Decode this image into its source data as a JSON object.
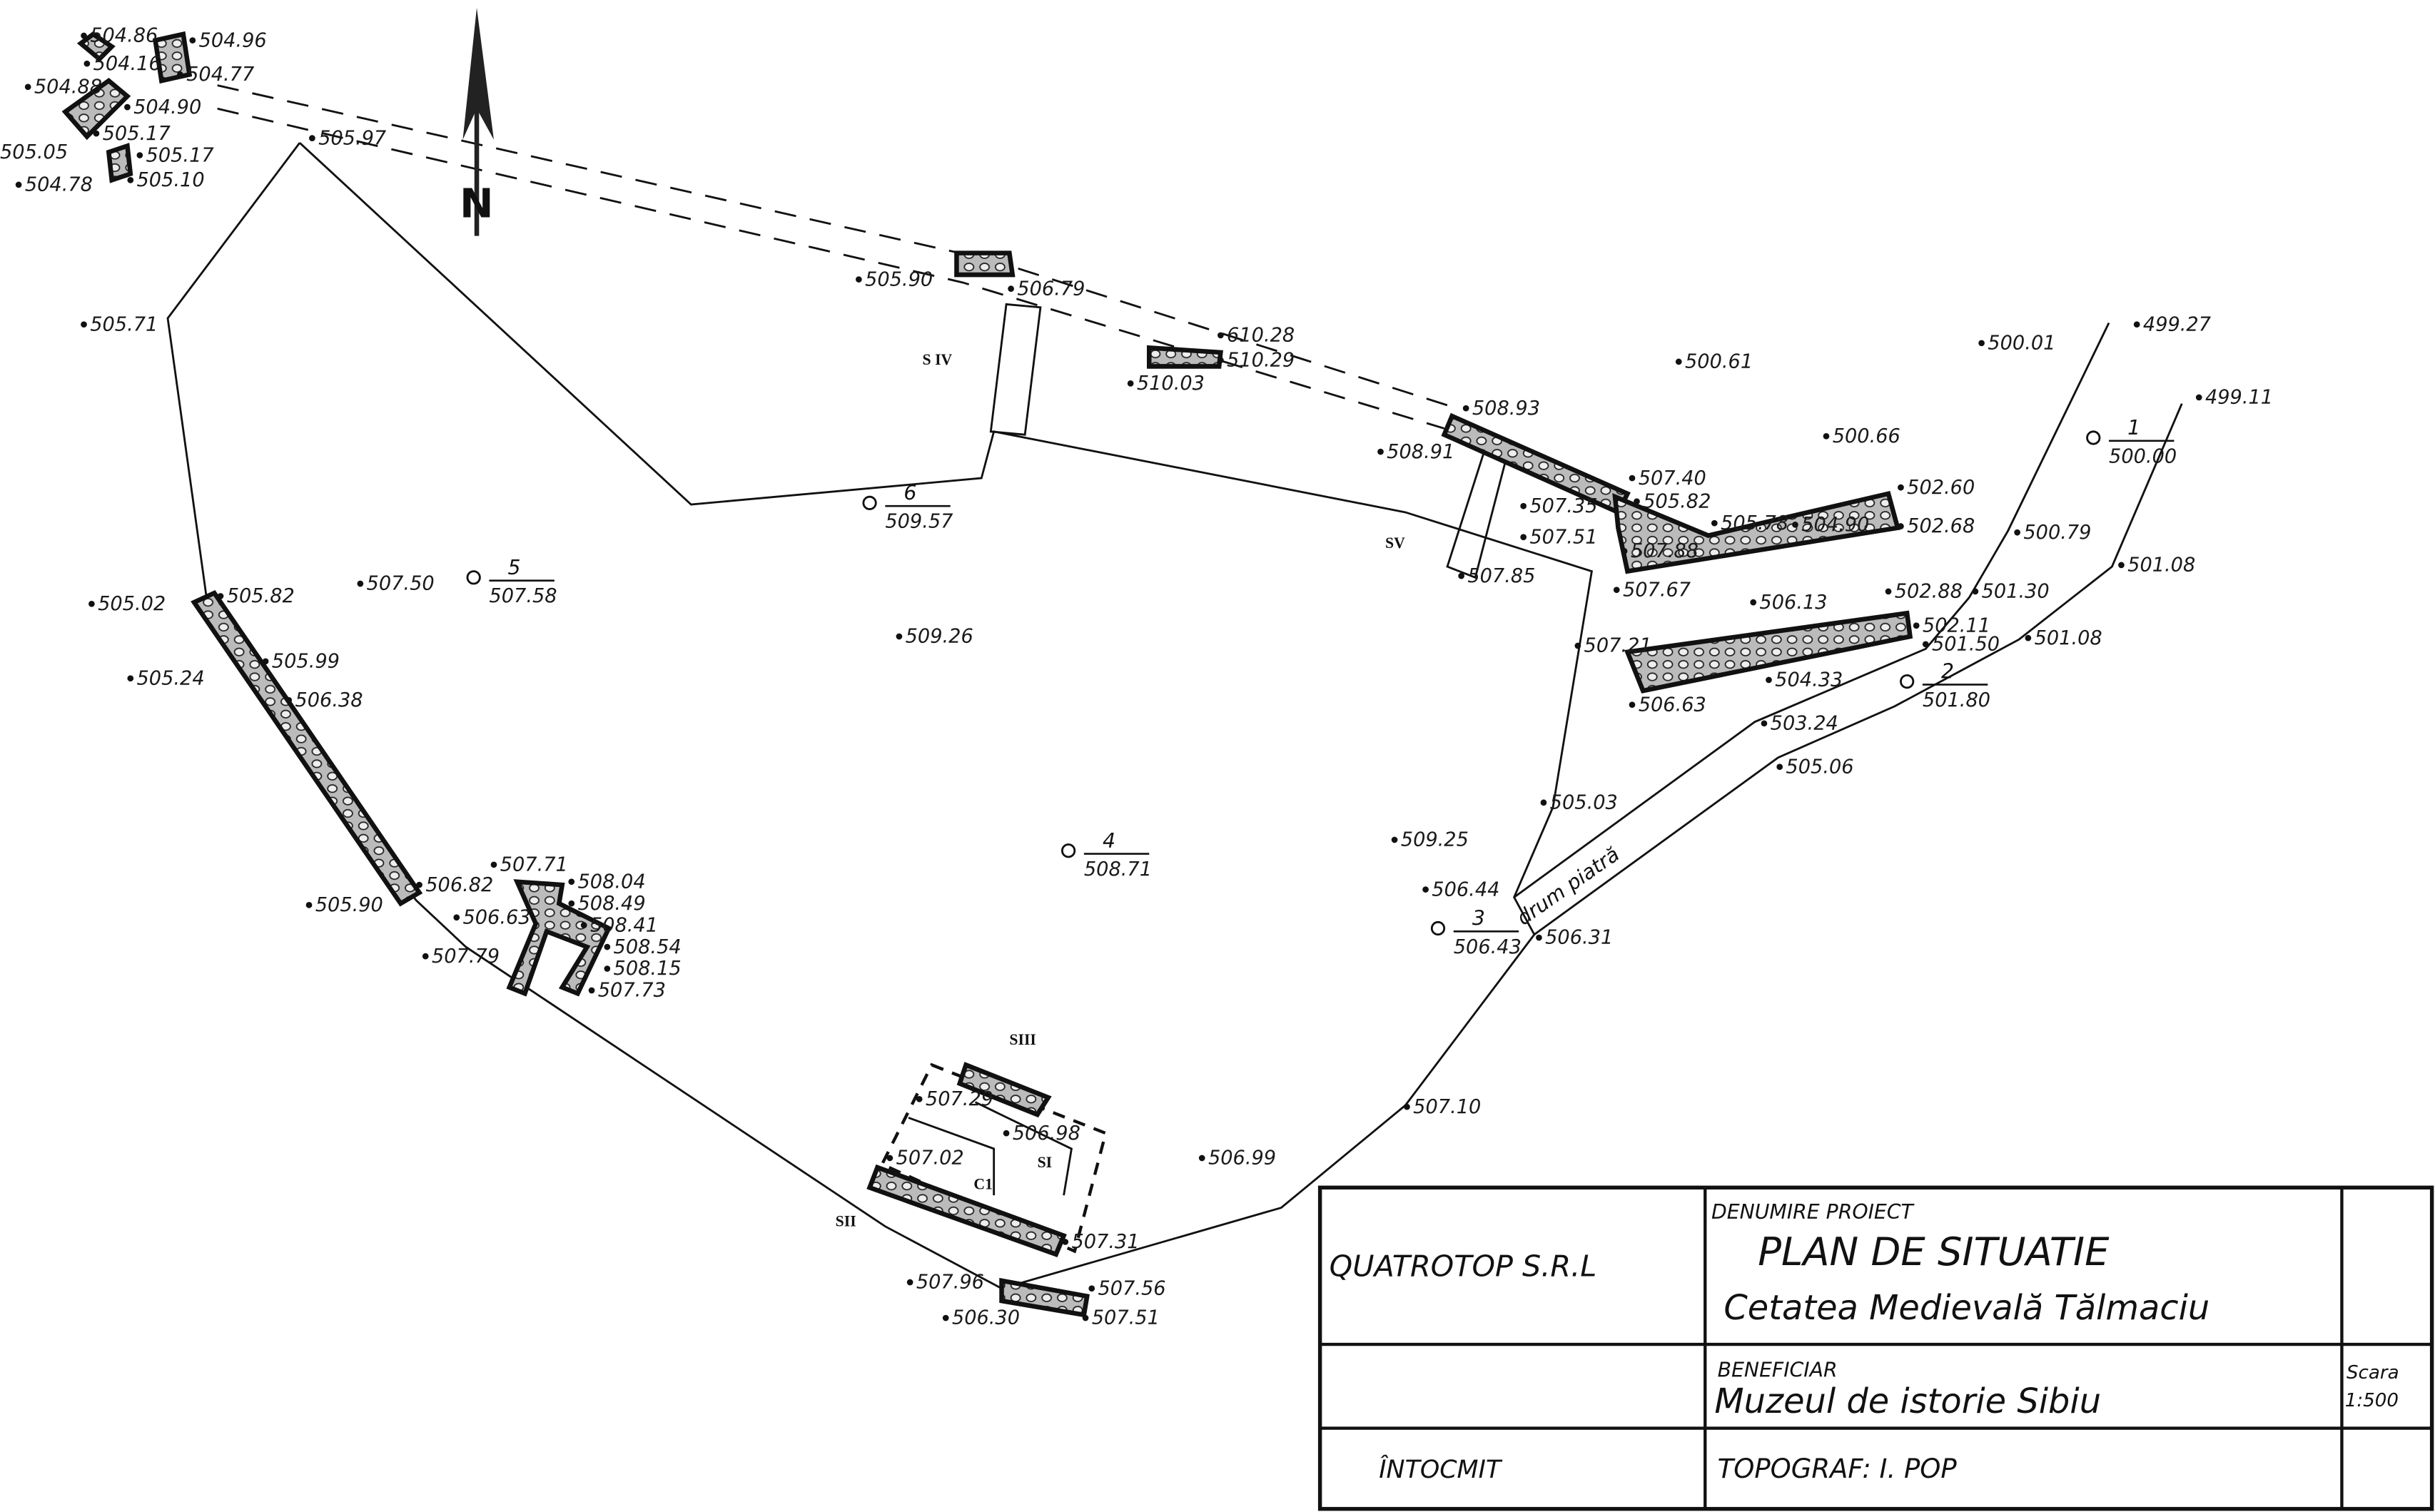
{
  "title_block": {
    "company": "QUATROTOP S.R.L",
    "project_label": "DENUMIRE PROIECT",
    "project_title": "PLAN DE SITUATIE",
    "project_subtitle": "Cetatea Medievală Tălmaciu",
    "beneficiary_label": "BENEFICIAR",
    "beneficiary": "Muzeul de istorie Sibiu",
    "scale_label": "Scara",
    "scale": "1:500",
    "prepared_label": "ÎNTOCMIT",
    "surveyor": "TOPOGRAF: I. POP"
  },
  "north_label": "N",
  "road_label": "drum piatră",
  "sectors": [
    "S IV",
    "SV",
    "SIII",
    "SI",
    "C1",
    "SII"
  ],
  "stations": [
    {
      "num": "1",
      "elev": "500.00"
    },
    {
      "num": "2",
      "elev": "501.80"
    },
    {
      "num": "3",
      "elev": "506.43"
    },
    {
      "num": "4",
      "elev": "508.71"
    },
    {
      "num": "5",
      "elev": "507.58"
    },
    {
      "num": "6",
      "elev": "509.57"
    }
  ],
  "elevations": [
    "504.86",
    "504.96",
    "504.16",
    "504.77",
    "504.88",
    "504.90",
    "505.05",
    "505.17",
    "505.17",
    "504.78",
    "505.10",
    "505.97",
    "505.71",
    "505.90",
    "506.79",
    "610.28",
    "510.29",
    "510.03",
    "508.93",
    "508.91",
    "507.40",
    "505.82",
    "507.35",
    "505.78",
    "502.60",
    "504.90",
    "507.51",
    "502.68",
    "507.88",
    "507.67",
    "507.85",
    "500.61",
    "500.66",
    "500.01",
    "499.27",
    "499.11",
    "500.79",
    "501.08",
    "501.30",
    "502.88",
    "506.13",
    "502.11",
    "501.50",
    "501.08",
    "507.21",
    "504.33",
    "506.63",
    "503.24",
    "505.06",
    "505.03",
    "509.25",
    "506.44",
    "506.31",
    "507.10",
    "506.99",
    "507.31",
    "507.96",
    "507.56",
    "506.30",
    "507.51",
    "507.29",
    "506.98",
    "507.02",
    "506.82",
    "507.71",
    "508.04",
    "508.49",
    "508.41",
    "506.63",
    "508.54",
    "508.15",
    "507.79",
    "507.73",
    "505.90",
    "505.02",
    "505.82",
    "505.24",
    "505.99",
    "506.38",
    "507.50",
    "509.26"
  ]
}
